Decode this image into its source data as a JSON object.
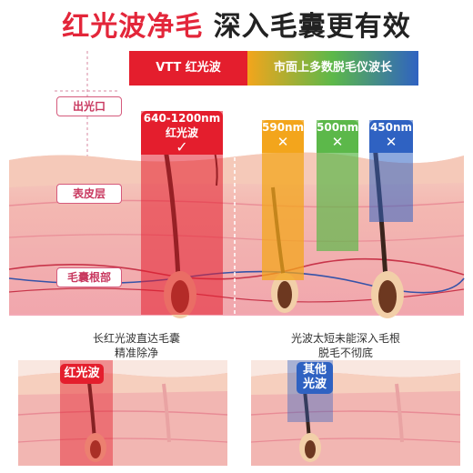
{
  "title": {
    "part1": "红光波净毛",
    "part2": "深入毛囊更有效"
  },
  "layers": {
    "outlet": "出光口",
    "epidermis": "表皮层",
    "follicle": "毛囊根部"
  },
  "banners": {
    "vtt": "VTT 红光波",
    "market": "市面上多数脱毛仪波长"
  },
  "bands": [
    {
      "range": "640-1200nm",
      "name": "红光波",
      "mark": "✓",
      "color": "#e41e2d"
    },
    {
      "range": "590nm",
      "mark": "✕",
      "color": "#f3a51c"
    },
    {
      "range": "500nm",
      "mark": "✕",
      "color": "#5cb84a"
    },
    {
      "range": "450nm",
      "mark": "✕",
      "color": "#2f62c2"
    }
  ],
  "captions": {
    "left_line1": "长红光波直达毛囊",
    "left_line2": "精准除净",
    "right_line1": "光波太短未能深入毛根",
    "right_line2": "脱毛不彻底"
  },
  "bottom_tags": {
    "left": "红光波",
    "right_line1": "其他",
    "right_line2": "光波"
  },
  "colors": {
    "accent_red": "#e3263a",
    "pink_label": "#d55a7c"
  }
}
